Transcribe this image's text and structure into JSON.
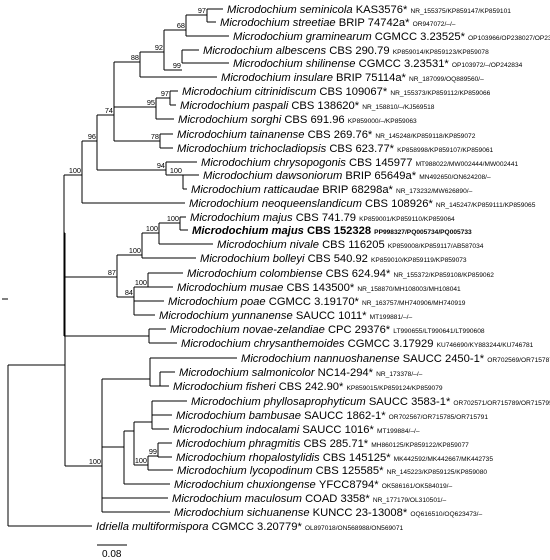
{
  "taxa": [
    {
      "genus": "Microdochium",
      "epithet": "seminicola",
      "strain": "KAS3576*",
      "acc": "NR_155375/KP859147/KP859101"
    },
    {
      "genus": "Microdochium",
      "epithet": "streetiae",
      "strain": "BRIP 74742a*",
      "acc": "OR947072/–/–"
    },
    {
      "genus": "Microdochium",
      "epithet": "graminearum",
      "strain": "CGMCC 3.23525*",
      "acc": "OP103966/OP238027/OP238029"
    },
    {
      "genus": "Microdochium",
      "epithet": "albescens",
      "strain": "CBS 290.79",
      "acc": "KP859014/KP859123/KP859078"
    },
    {
      "genus": "Microdochium",
      "epithet": "shilinense",
      "strain": "CGMCC 3.23531*",
      "acc": "OP103972/–/OP242834"
    },
    {
      "genus": "Microdochium",
      "epithet": "insulare",
      "strain": "BRIP 75114a*",
      "acc": "NR_187099/OQ889560/–"
    },
    {
      "genus": "Microdochium",
      "epithet": "citrinidiscum",
      "strain": "CBS 109067*",
      "acc": "NR_155373/KP859112/KP859066"
    },
    {
      "genus": "Microdochium",
      "epithet": "paspali",
      "strain": "CBS 138620*",
      "acc": "NR_158810/–/KJ569518"
    },
    {
      "genus": "Microdochium",
      "epithet": "sorghi",
      "strain": "CBS 691.96",
      "acc": "KP859000/–/KP859063"
    },
    {
      "genus": "Microdochium",
      "epithet": "tainanense",
      "strain": "CBS 269.76*",
      "acc": "NR_145248/KP859118/KP859072"
    },
    {
      "genus": "Microdochium",
      "epithet": "trichocladiopsis",
      "strain": "CBS 623.77*",
      "acc": "KP858998/KP859107/KP859061"
    },
    {
      "genus": "Microdochium",
      "epithet": "chrysopogonis",
      "strain": "CBS 145977",
      "acc": "MT988022/MW002444/MW002441"
    },
    {
      "genus": "Microdochium",
      "epithet": "dawsoniorum",
      "strain": "BRIP 65649a*",
      "acc": "MN492650/ON624208/–"
    },
    {
      "genus": "Microdochium",
      "epithet": "ratticaudae",
      "strain": "BRIP 68298a*",
      "acc": "NR_173232/MW626890/–"
    },
    {
      "genus": "Microdochium",
      "epithet": "neoqueenslandicum",
      "strain": "CBS 108926*",
      "acc": "NR_145247/KP859111/KP859065"
    },
    {
      "genus": "Microdochium",
      "epithet": "majus",
      "strain": "CBS 741.79",
      "acc": "KP859001/KP859110/KP859064"
    },
    {
      "genus": "Microdochium",
      "epithet": "majus",
      "strain": "CBS 152328",
      "acc": "PP998327/PQ005734/PQ005733",
      "bold": true
    },
    {
      "genus": "Microdochium",
      "epithet": "nivale",
      "strain": "CBS 116205",
      "acc": "KP859008/KP859117/AB587034"
    },
    {
      "genus": "Microdochium",
      "epithet": "bolleyi",
      "strain": "CBS 540.92",
      "acc": "KP859010/KP859119/KP859073"
    },
    {
      "genus": "Microdochium",
      "epithet": "colombiense",
      "strain": "CBS 624.94*",
      "acc": "NR_155372/KP859108/KP859062"
    },
    {
      "genus": "Microdochium",
      "epithet": "musae",
      "strain": "CBS 143500*",
      "acc": "NR_158870/MH108003/MH108041"
    },
    {
      "genus": "Microdochium",
      "epithet": "poae",
      "strain": "CGMCC 3.19170*",
      "acc": "NR_163757/MH740906/MH740919"
    },
    {
      "genus": "Microdochium",
      "epithet": "yunnanense",
      "strain": "SAUCC 1011*",
      "acc": "MT199881/–/–"
    },
    {
      "genus": "Microdochium",
      "epithet": "novae-zelandiae",
      "strain": "CPC 29376*",
      "acc": "LT990655/LT990641/LT990608"
    },
    {
      "genus": "Microdochium",
      "epithet": "chrysanthemoides",
      "strain": "CGMCC 3.17929",
      "acc": "KU746690/KY883244/KU746781"
    },
    {
      "genus": "Microdochium",
      "epithet": "nannuoshanense",
      "strain": "SAUCC 2450-1*",
      "acc": "OR702569/OR715787/OR715793"
    },
    {
      "genus": "Microdochium",
      "epithet": "salmonicolor",
      "strain": "NC14-294*",
      "acc": "NR_173378/–/–"
    },
    {
      "genus": "Microdochium",
      "epithet": "fisheri",
      "strain": "CBS 242.90*",
      "acc": "KP859015/KP859124/KP859079"
    },
    {
      "genus": "Microdochium",
      "epithet": "phyllosaprophyticum",
      "strain": "SAUCC 3583-1*",
      "acc": "OR702571/OR715789/OR715795"
    },
    {
      "genus": "Microdochium",
      "epithet": "bambusae",
      "strain": "SAUCC 1862-1*",
      "acc": "OR702567/OR715785/OR715791"
    },
    {
      "genus": "Microdochium",
      "epithet": "indocalami",
      "strain": "SAUCC 1016*",
      "acc": "MT199884/–/–"
    },
    {
      "genus": "Microdochium",
      "epithet": "phragmitis",
      "strain": "CBS 285.71*",
      "acc": "MH860125/KP859122/KP859077"
    },
    {
      "genus": "Microdochium",
      "epithet": "rhopalostylidis",
      "strain": "CBS 145125*",
      "acc": "MK442592/MK442667/MK442735"
    },
    {
      "genus": "Microdochium",
      "epithet": "lycopodinum",
      "strain": "CBS 125585*",
      "acc": "NR_145223/KP859125/KP859080"
    },
    {
      "genus": "Microdochium",
      "epithet": "chuxiongense",
      "strain": "YFCC8794*",
      "acc": "OK586161/OK584019/–"
    },
    {
      "genus": "Microdochium",
      "epithet": "maculosum",
      "strain": "COAD 3358*",
      "acc": "NR_177179/OL310501/–"
    },
    {
      "genus": "Microdochium",
      "epithet": "sichuanense",
      "strain": "KUNCC 23-13008*",
      "acc": "OQ616510/OQ623473/–"
    },
    {
      "genus": "Idriella",
      "epithet": "multiformispora",
      "strain": "CGMCC 3.20779*",
      "acc": "OL897018/ON568988/ON569071"
    }
  ],
  "support_values": [
    {
      "value": "97",
      "node": "a"
    },
    {
      "value": "68",
      "node": "b"
    },
    {
      "value": "92",
      "node": "c"
    },
    {
      "value": "99",
      "node": "d"
    },
    {
      "value": "88",
      "node": "e"
    },
    {
      "value": "97",
      "node": "f"
    },
    {
      "value": "95",
      "node": "g"
    },
    {
      "value": "74",
      "node": "h"
    },
    {
      "value": "78",
      "node": "i"
    },
    {
      "value": "96",
      "node": "j"
    },
    {
      "value": "100",
      "node": "k"
    },
    {
      "value": "94",
      "node": "l"
    },
    {
      "value": "100",
      "node": "m"
    },
    {
      "value": "100",
      "node": "n"
    },
    {
      "value": "100",
      "node": "o"
    },
    {
      "value": "100",
      "node": "p"
    },
    {
      "value": "100",
      "node": "q"
    },
    {
      "value": "84",
      "node": "r"
    },
    {
      "value": "87",
      "node": "s"
    },
    {
      "value": "99",
      "node": "t"
    },
    {
      "value": "100",
      "node": "u"
    },
    {
      "value": "100",
      "node": "v"
    }
  ],
  "scale_bar": {
    "label": "0.08"
  }
}
